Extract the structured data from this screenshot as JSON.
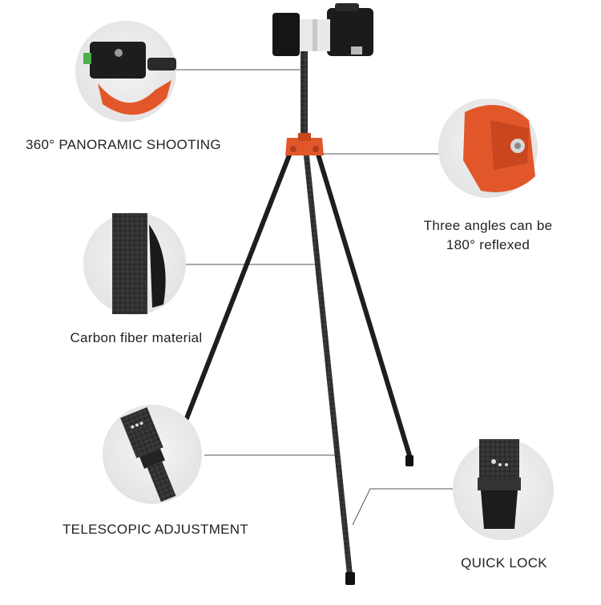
{
  "features": {
    "panoramic": {
      "label": "360° PANORAMIC SHOOTING"
    },
    "angles": {
      "line1": "Three angles can be",
      "line2": "180° reflexed"
    },
    "carbon": {
      "label": "Carbon fiber material"
    },
    "telescopic": {
      "label": "TELESCOPIC ADJUSTMENT"
    },
    "quick_lock": {
      "label": "QUICK LOCK"
    }
  },
  "colors": {
    "accent_orange": "#e2572a",
    "carbon_dark": "#2a2a2a",
    "circle_bg": "#eeeeee",
    "callout_line": "#555555"
  }
}
